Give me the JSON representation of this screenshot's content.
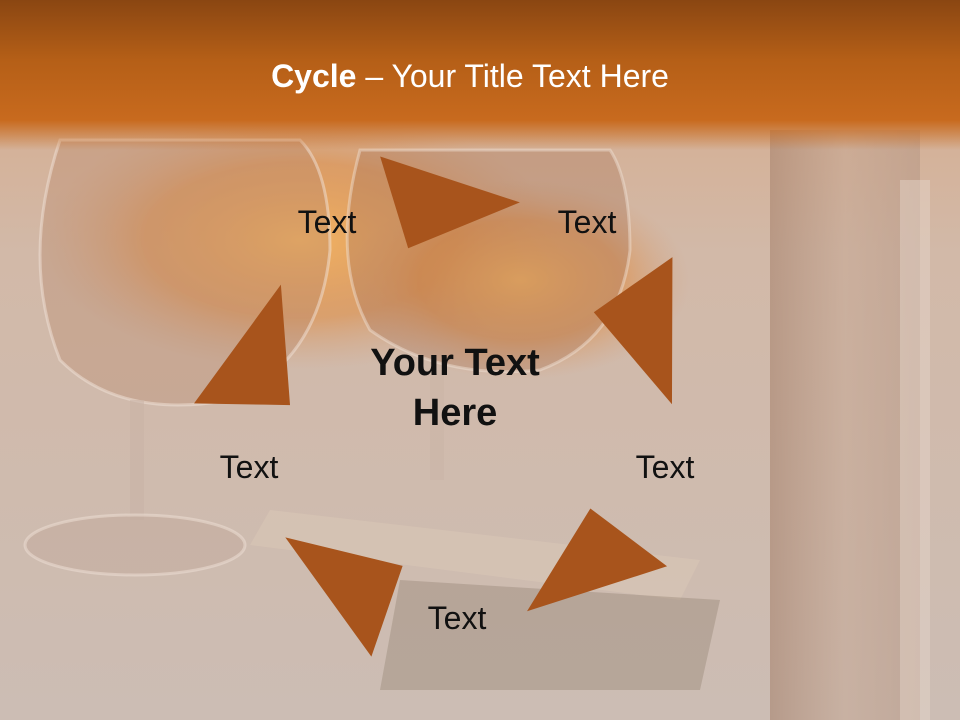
{
  "title": {
    "bold": "Cycle",
    "rest": " – Your Title Text Here"
  },
  "center": {
    "line1": "Your Text",
    "line2": "Here"
  },
  "nodes": [
    {
      "label": "Text"
    },
    {
      "label": "Text"
    },
    {
      "label": "Text"
    },
    {
      "label": "Text"
    },
    {
      "label": "Text"
    }
  ],
  "colors": {
    "title_bar": "#b55f17",
    "arrow_fill": "#a8541c",
    "title_text": "#ffffff",
    "body_text": "#111111"
  },
  "icons": {
    "cycle_arrow": "curved-arrow"
  }
}
